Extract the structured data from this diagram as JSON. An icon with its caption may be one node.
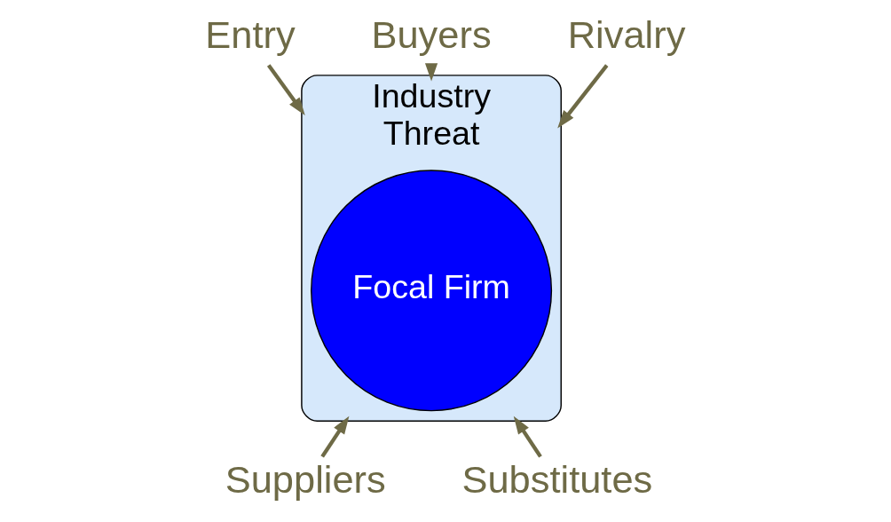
{
  "diagram": {
    "nodes": [
      {
        "text": [
          "Industry",
          "Threat"
        ]
      },
      {
        "text": [
          "Focal Firm"
        ],
        "in": 0
      },
      {
        "text": [
          "Entry"
        ]
      },
      {
        "text": [
          "Buyers"
        ]
      },
      {
        "text": [
          "Rivalry"
        ]
      },
      {
        "text": [
          "Suppliers"
        ]
      },
      {
        "text": [
          "Substitutes"
        ]
      }
    ],
    "edges": [
      {
        "from": 2,
        "to": 0,
        "arrow": "to"
      },
      {
        "from": 3,
        "to": 0,
        "arrow": "to"
      },
      {
        "from": 4,
        "to": 0,
        "arrow": "to"
      },
      {
        "from": 5,
        "to": 0,
        "arrow": "to"
      },
      {
        "from": 6,
        "to": 0,
        "arrow": "to"
      }
    ]
  }
}
